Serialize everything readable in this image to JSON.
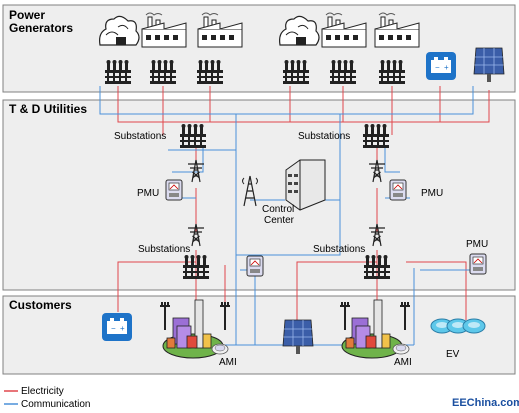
{
  "sections": {
    "generators": "Power\nGenerators",
    "utilities": "T & D Utilities",
    "customers": "Customers"
  },
  "labels": {
    "substations": "Substations",
    "pmu": "PMU",
    "control_center": "Control\nCenter",
    "ami": "AMI",
    "ev": "EV"
  },
  "legend": {
    "electricity": "Electricity",
    "communication": "Communication"
  },
  "watermark": "EEChina.com",
  "colors": {
    "electricity": "#e0474c",
    "communication": "#4a90d9",
    "panel_border": "#808080",
    "panel_fill": "#eeeeee",
    "battery_blue": "#1e73c8"
  }
}
